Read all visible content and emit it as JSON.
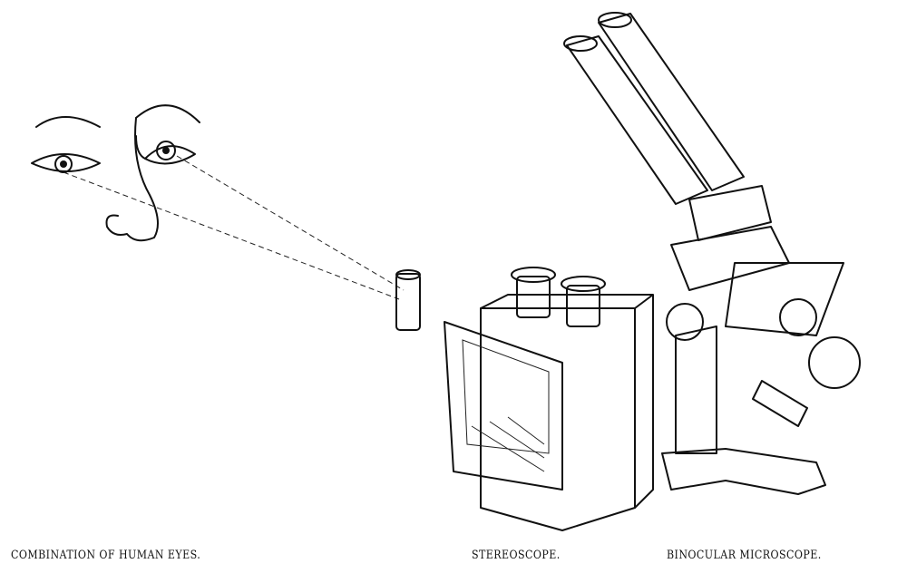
{
  "captions": {
    "eyes": "COMBINATION OF HUMAN EYES.",
    "stereoscope": "STEREOSCOPE.",
    "microscope": "BINOCULAR MICROSCOPE."
  }
}
